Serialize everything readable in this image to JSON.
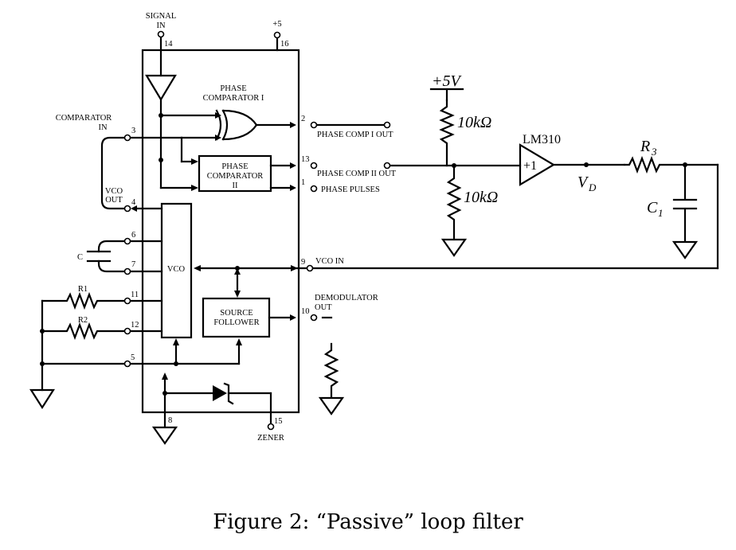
{
  "caption": "Figure 2: “Passive” loop filter",
  "ic": {
    "signal_in": [
      "SIGNAL",
      "IN"
    ],
    "plus5": "+5",
    "comparator_in": [
      "COMPARATOR",
      "IN"
    ],
    "vco_out": [
      "VCO",
      "OUT"
    ],
    "c_label": "C",
    "r1": "R1",
    "r2": "R2",
    "phase_comp_1": [
      "PHASE",
      "COMPARATOR I"
    ],
    "phase_comp_2": [
      "PHASE",
      "COMPARATOR",
      "II"
    ],
    "vco": "VCO",
    "source_follower": [
      "SOURCE",
      "FOLLOWER"
    ],
    "phase_comp_1_out": "PHASE COMP I OUT",
    "phase_comp_2_out": "PHASE COMP II OUT",
    "phase_pulses": "PHASE PULSES",
    "vco_in": "VCO IN",
    "demod_out": [
      "DEMODULATOR",
      "OUT"
    ],
    "zener": "ZENER",
    "pins": {
      "p14": "14",
      "p16": "16",
      "p3": "3",
      "p4": "4",
      "p6": "6",
      "p7": "7",
      "p11": "11",
      "p12": "12",
      "p5": "5",
      "p8": "8",
      "p15": "15",
      "p2": "2",
      "p13": "13",
      "p1": "1",
      "p9": "9",
      "p10": "10"
    }
  },
  "filter": {
    "supply": "+5V",
    "r_top": "10kΩ",
    "r_bottom": "10kΩ",
    "opamp": "LM310",
    "opamp_gain": "+1",
    "vd": "V",
    "vd_sub": "D",
    "r3": "R",
    "r3_sub": "3",
    "c1": "C",
    "c1_sub": "1"
  }
}
